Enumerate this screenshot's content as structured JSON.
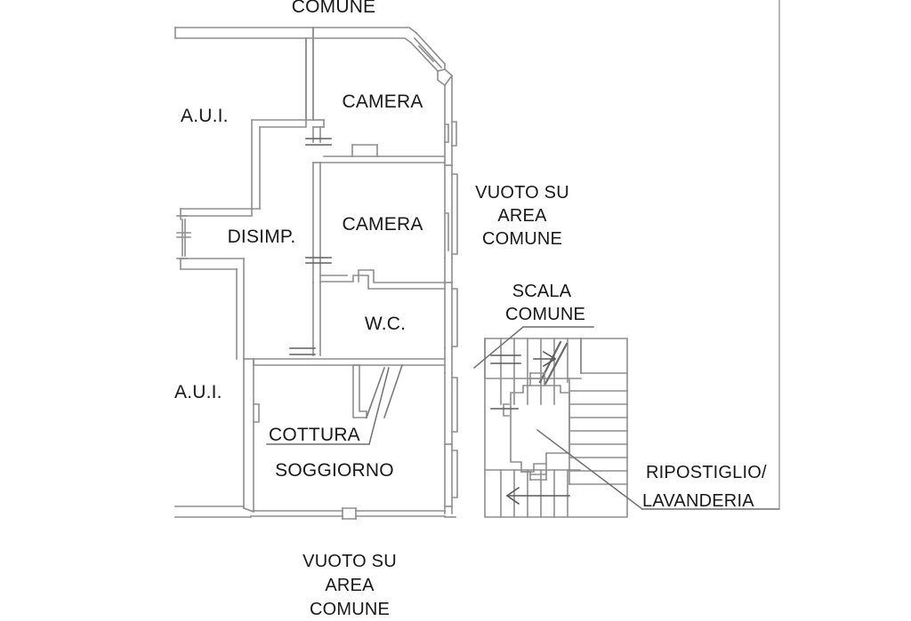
{
  "document": {
    "type": "architectural-floor-plan",
    "language": "it",
    "background_color": "#ffffff",
    "line_color": "#8a8a8a",
    "wall_color": "#767676",
    "text_color": "#191919"
  },
  "labels": {
    "top_comune": "COMUNE",
    "aui_upper": "A.U.I.",
    "aui_lower": "A.U.I.",
    "camera_upper": "CAMERA",
    "camera_lower": "CAMERA",
    "disimp": "DISIMP.",
    "wc": "W.C.",
    "cottura": "COTTURA",
    "soggiorno": "SOGGIORNO",
    "vuoto_su_area_comune_right_line1": "VUOTO SU",
    "vuoto_su_area_comune_right_line2": "AREA",
    "vuoto_su_area_comune_right_line3": "COMUNE",
    "scala_comune_line1": "SCALA",
    "scala_comune_line2": "COMUNE",
    "ripostiglio_line1": "RIPOSTIGLIO/",
    "ripostiglio_line2": "LAVANDERIA",
    "vuoto_su_area_comune_bottom_line1": "VUOTO SU",
    "vuoto_su_area_comune_bottom_line2": "AREA",
    "vuoto_su_area_comune_bottom_line3": "COMUNE"
  },
  "rooms": [
    {
      "name": "CAMERA",
      "id": "camera-upper"
    },
    {
      "name": "CAMERA",
      "id": "camera-lower"
    },
    {
      "name": "DISIMP.",
      "id": "disimpegno"
    },
    {
      "name": "W.C.",
      "id": "wc"
    },
    {
      "name": "COTTURA",
      "id": "cottura"
    },
    {
      "name": "SOGGIORNO",
      "id": "soggiorno"
    },
    {
      "name": "RIPOSTIGLIO/LAVANDERIA",
      "id": "ripostiglio-lavanderia"
    },
    {
      "name": "SCALA COMUNE",
      "id": "scala-comune"
    },
    {
      "name": "A.U.I.",
      "id": "aui-upper"
    },
    {
      "name": "A.U.I.",
      "id": "aui-lower"
    },
    {
      "name": "VUOTO SU AREA COMUNE",
      "id": "vuoto-area-comune"
    }
  ]
}
